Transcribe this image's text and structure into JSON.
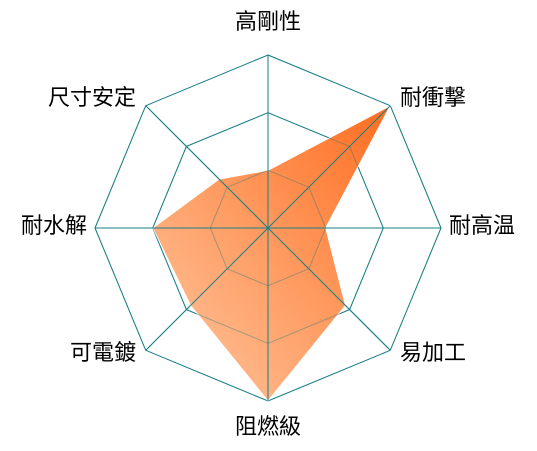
{
  "chart_data": {
    "type": "radar",
    "axes": [
      "高剛性",
      "耐衝撃",
      "耐高温",
      "易加工",
      "阻燃級",
      "可電鍍",
      "耐水解",
      "尺寸安定"
    ],
    "levels": 3,
    "range": [
      0,
      3
    ],
    "series": [
      {
        "values": [
          1.0,
          3.0,
          1.0,
          1.9,
          3.0,
          1.9,
          2.0,
          1.2
        ]
      }
    ],
    "grid": true,
    "legend": "none",
    "colors": {
      "grid": "#1a7f86",
      "fill_start": "#ffbf94",
      "fill_end": "#ff6a1a",
      "outline": "#ffffff"
    }
  }
}
